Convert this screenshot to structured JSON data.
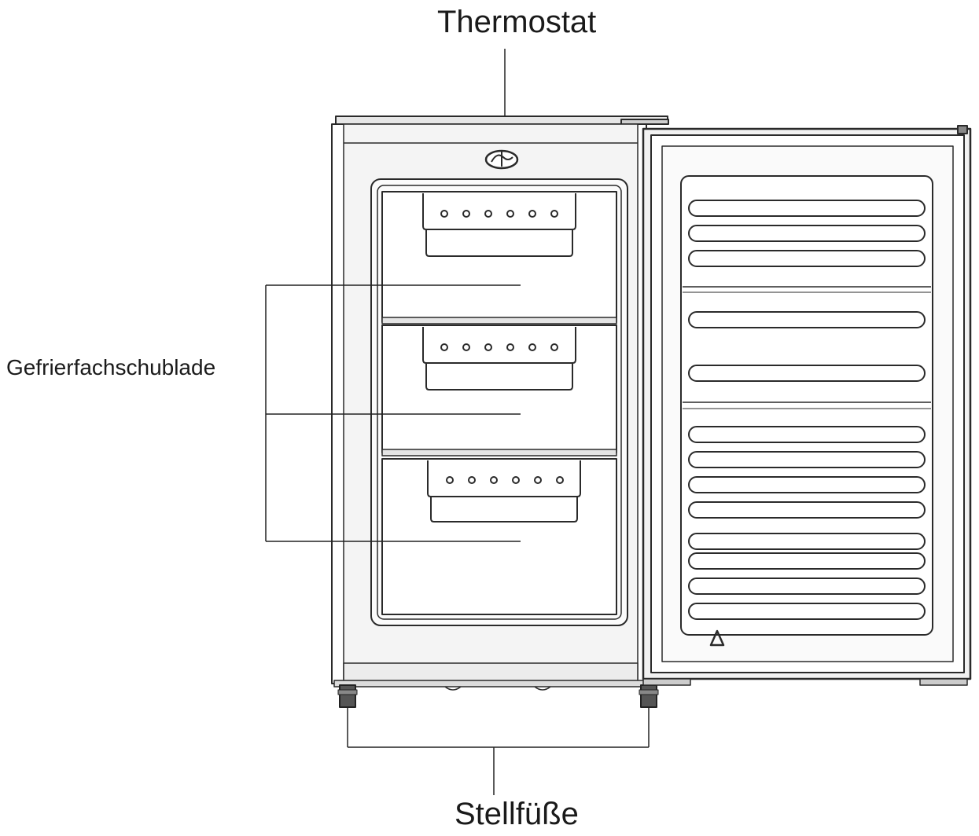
{
  "labels": {
    "thermostat": "Thermostat",
    "drawer": "Gefrierfachschublade",
    "feet": "Stellfüße"
  }
}
